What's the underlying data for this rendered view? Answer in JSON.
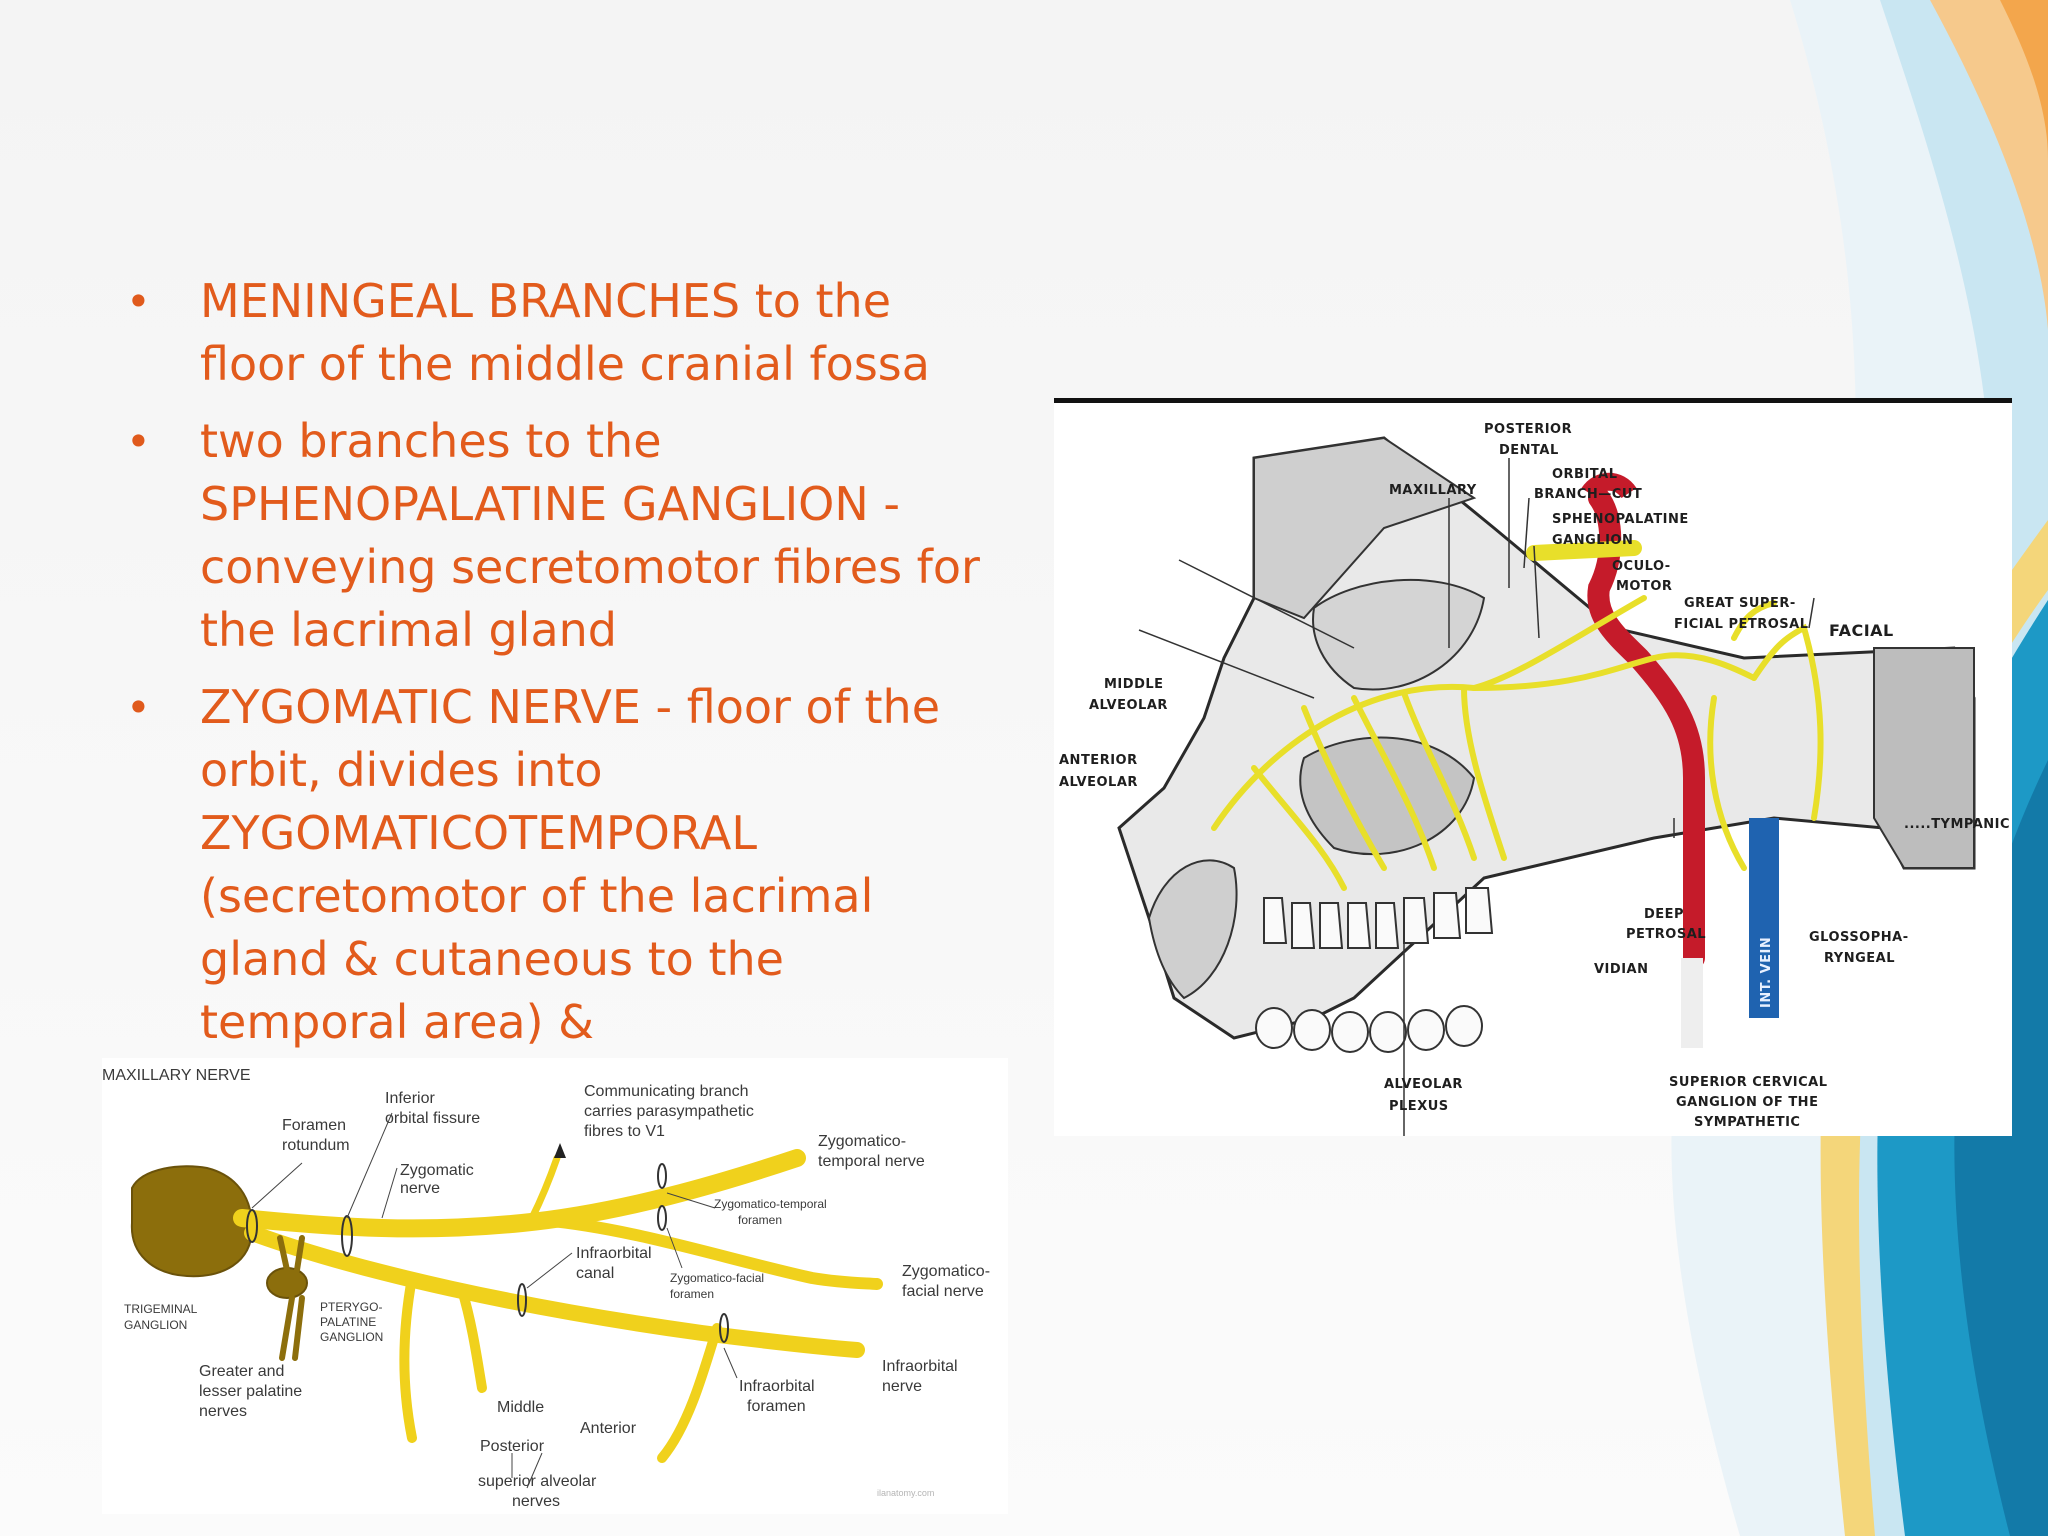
{
  "slide": {
    "bullets": [
      "MENINGEAL BRANCHES to the floor of the middle cranial fossa",
      "two branches to the SPHENOPALATINE GANGLION - conveying secretomotor fibres for the lacrimal gland",
      "ZYGOMATIC NERVE - floor of the orbit, divides into ZYGOMATICOTEMPORAL (secretomotor of the lacrimal gland & cutaneous to the temporal area) &"
    ],
    "bullet_symbol": "•",
    "text_color": "#e25b1c"
  },
  "skull_diagram": {
    "labels": {
      "posterior_dental_1": "POSTERIOR",
      "posterior_dental_2": "DENTAL",
      "maxillary": "MAXILLARY",
      "orbital_branch_1": "ORBITAL",
      "orbital_branch_2": "BRANCH—CUT",
      "sphenopalatine_1": "SPHENOPALATINE",
      "sphenopalatine_2": "GANGLION",
      "oculomotor_1": "OCULO-",
      "oculomotor_2": "MOTOR",
      "great_superficial_1": "GREAT SUPER-",
      "great_superficial_2": "FICIAL PETROSAL",
      "facial": "FACIAL",
      "middle_alveolar_1": "MIDDLE",
      "middle_alveolar_2": "ALVEOLAR",
      "anterior_alveolar_1": "ANTERIOR",
      "anterior_alveolar_2": "ALVEOLAR",
      "tympanic": ".....TYMPANIC",
      "deep_petrosal_1": "DEEP",
      "deep_petrosal_2": "PETROSAL",
      "vidian": "VIDIAN",
      "glossopharyngeal_1": "GLOSSOPHA-",
      "glossopharyngeal_2": "RYNGEAL",
      "int_vein": "INT. VEIN",
      "alveolar_plexus_1": "ALVEOLAR",
      "alveolar_plexus_2": "PLEXUS",
      "superior_cervical_1": "SUPERIOR CERVICAL",
      "superior_cervical_2": "GANGLION OF THE",
      "superior_cervical_3": "SYMPATHETIC"
    }
  },
  "maxillary_diagram": {
    "title": "MAXILLARY NERVE",
    "labels": {
      "foramen_rotundum_1": "Foramen",
      "foramen_rotundum_2": "rotundum",
      "inferior_orbital_1": "Inferior",
      "inferior_orbital_2": "orbital fissure",
      "communicating_1": "Communicating branch",
      "communicating_2": "carries parasympathetic",
      "communicating_3": "fibres to V1",
      "zygomatic_nerve_1": "Zygomatic",
      "zygomatic_nerve_2": "nerve",
      "zt_nerve_1": "Zygomatico-",
      "zt_nerve_2": "temporal nerve",
      "zt_foramen_1": "Zygomatico-temporal",
      "zt_foramen_2": "foramen",
      "infraorbital_canal_1": "Infraorbital",
      "infraorbital_canal_2": "canal",
      "zf_foramen_1": "Zygomatico-facial",
      "zf_foramen_2": "foramen",
      "zf_nerve_1": "Zygomatico-",
      "zf_nerve_2": "facial nerve",
      "trigeminal_1": "TRIGEMINAL",
      "trigeminal_2": "GANGLION",
      "pterygo_1": "PTERYGO-",
      "pterygo_2": "PALATINE",
      "pterygo_3": "GANGLION",
      "palatine_1": "Greater and",
      "palatine_2": "lesser palatine",
      "palatine_3": "nerves",
      "middle": "Middle",
      "anterior": "Anterior",
      "posterior": "Posterior",
      "superior_alveolar_1": "superior alveolar",
      "superior_alveolar_2": "nerves",
      "infraorbital_foramen_1": "Infraorbital",
      "infraorbital_foramen_2": "foramen",
      "infraorbital_nerve_1": "Infraorbital",
      "infraorbital_nerve_2": "nerve",
      "watermark": "ilanatomy.com"
    },
    "colors": {
      "nerve": "#f0d11c",
      "ganglion": "#8c6e0c"
    }
  }
}
